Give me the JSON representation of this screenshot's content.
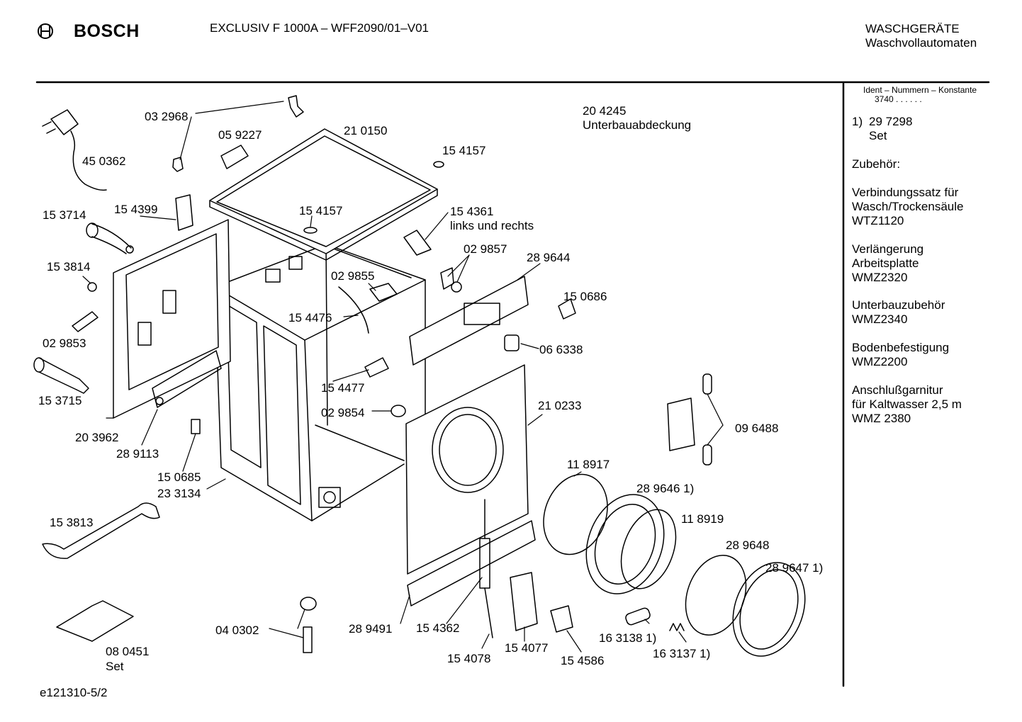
{
  "header": {
    "brand": "BOSCH",
    "model": "EXCLUSIV F 1000A – WFF2090/01–V01",
    "category_line1": "WASCHGERÄTE",
    "category_line2": "Waschvollautomaten"
  },
  "sidebar": {
    "ident_title": "Ident – Nummern – Konstante",
    "ident_value": "3740  . .     . . . .",
    "note_marker": "1)",
    "note_number": "29 7298",
    "note_text": "Set",
    "zubehoer_title": "Zubehör:",
    "accessories": [
      {
        "line1": "Verbindungssatz für",
        "line2": "Wasch/Trockensäule",
        "line3": "WTZ1120"
      },
      {
        "line1": "Verlängerung",
        "line2": "Arbeitsplatte",
        "line3": "WMZ2320"
      },
      {
        "line1": "Unterbauzubehör",
        "line2": "WMZ2340",
        "line3": ""
      },
      {
        "line1": "Bodenbefestigung",
        "line2": "WMZ2200",
        "line3": ""
      },
      {
        "line1": "Anschlußgarnitur",
        "line2": "für Kaltwasser 2,5 m",
        "line3": "WMZ 2380"
      }
    ]
  },
  "parts": {
    "p450362": "45 0362",
    "p032968": "03 2968",
    "p059227": "05 9227",
    "p210150": "21 0150",
    "p154157a": "15 4157",
    "p154157b": "15 4157",
    "p204245": "20 4245",
    "p204245_desc": "Unterbauabdeckung",
    "p153714": "15 3714",
    "p154399": "15 4399",
    "p154361": "15 4361",
    "p154361_desc": "links und rechts",
    "p153814": "15 3814",
    "p029857": "02 9857",
    "p289644": "28 9644",
    "p029855": "02 9855",
    "p150686": "15 0686",
    "p154476": "15 4476",
    "p029853": "02 9853",
    "p066338": "06 6338",
    "p153715": "15 3715",
    "p154477": "15 4477",
    "p203962": "20 3962",
    "p029854": "02 9854",
    "p210233": "21 0233",
    "p289113": "28 9113",
    "p096488": "09 6488",
    "p150685": "15 0685",
    "p233134": "23 3134",
    "p118917": "11 8917",
    "p289646": "28 9646 1)",
    "p118919": "11 8919",
    "p153813": "15 3813",
    "p289648": "28 9648",
    "p289647": "28 9647 1)",
    "p040302": "04 0302",
    "p289491": "28 9491",
    "p154362": "15 4362",
    "p163138": "16 3138 1)",
    "p163137": "16 3137 1)",
    "p080451": "08 0451",
    "p080451_desc": "Set",
    "p154077": "15 4077",
    "p154078": "15 4078",
    "p154586": "15 4586"
  },
  "footer": {
    "code": "e121310-5/2"
  }
}
